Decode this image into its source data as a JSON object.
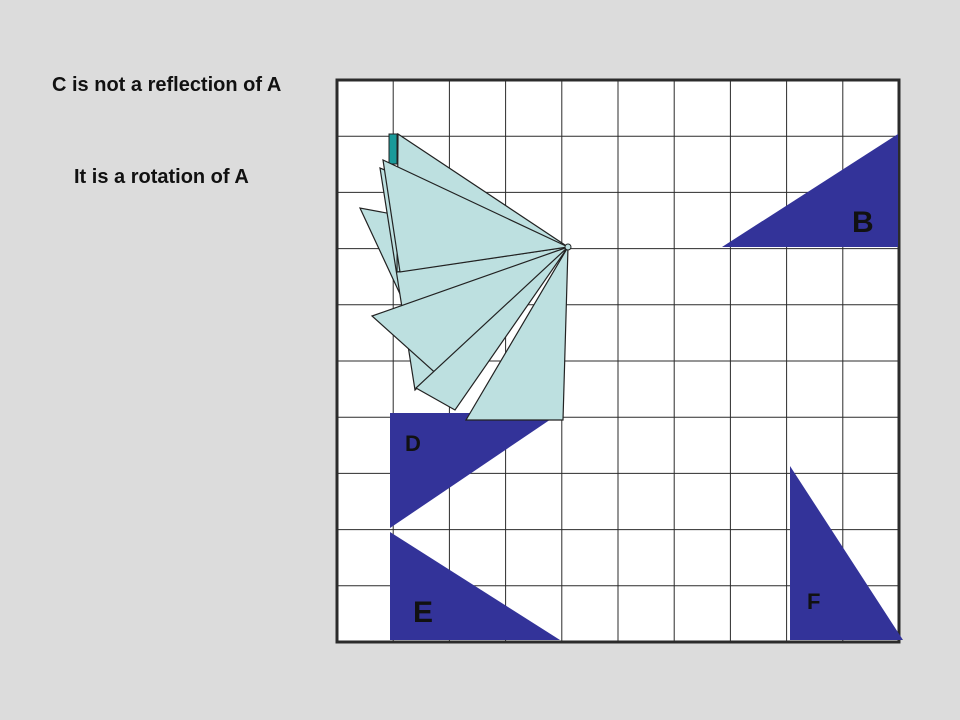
{
  "captions": {
    "line1": "C is not a reflection of A",
    "line2": "It is a rotation of A"
  },
  "colors": {
    "background": "#dcdcdc",
    "grid_fill": "#ffffff",
    "grid_line": "#2b2b2b",
    "image_fill": "#333399",
    "rotating_fill": "#bde0e0",
    "rotating_stroke": "#222222",
    "teal_edge": "#1a9a9a"
  },
  "grid": {
    "cols": 10,
    "rows": 10
  },
  "shapes": [
    {
      "id": "B",
      "label": "B"
    },
    {
      "id": "D",
      "label": "D"
    },
    {
      "id": "E",
      "label": "E"
    },
    {
      "id": "F",
      "label": "F"
    }
  ],
  "rotation": {
    "steps": 7
  }
}
